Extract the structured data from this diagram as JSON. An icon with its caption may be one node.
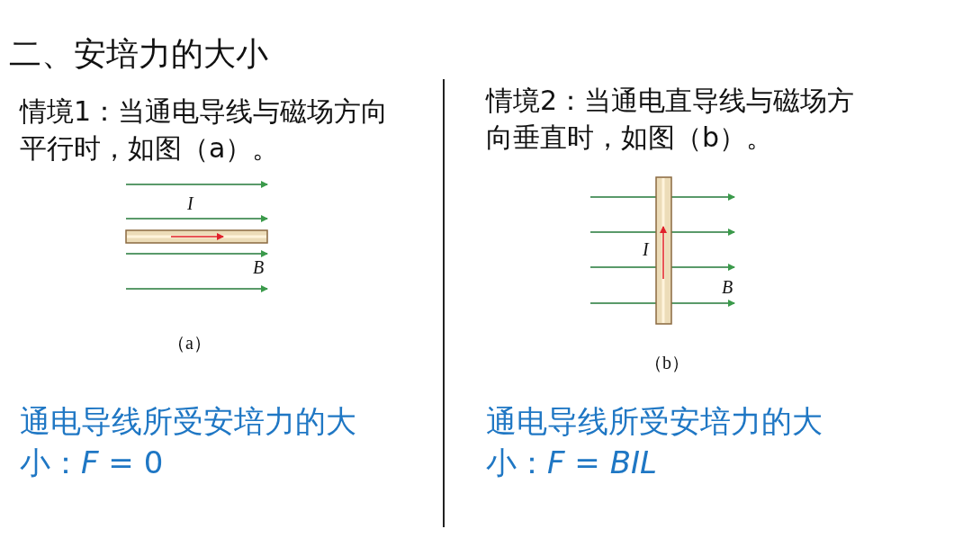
{
  "diagram": {
    "title": "二、安培力的大小",
    "labels": [
      "情境1：当通电导线与磁场方向平行时，如图（a）。",
      "情境2：当通电直导线与磁场方向垂直时，如图（b）。",
      "I",
      "B",
      "（a）",
      "I",
      "B",
      "（b）",
      "通电导线所受安培力的大小：*F* = 0",
      "通电导线所受安培力的大小：*F* = *BIL*"
    ]
  }
}
